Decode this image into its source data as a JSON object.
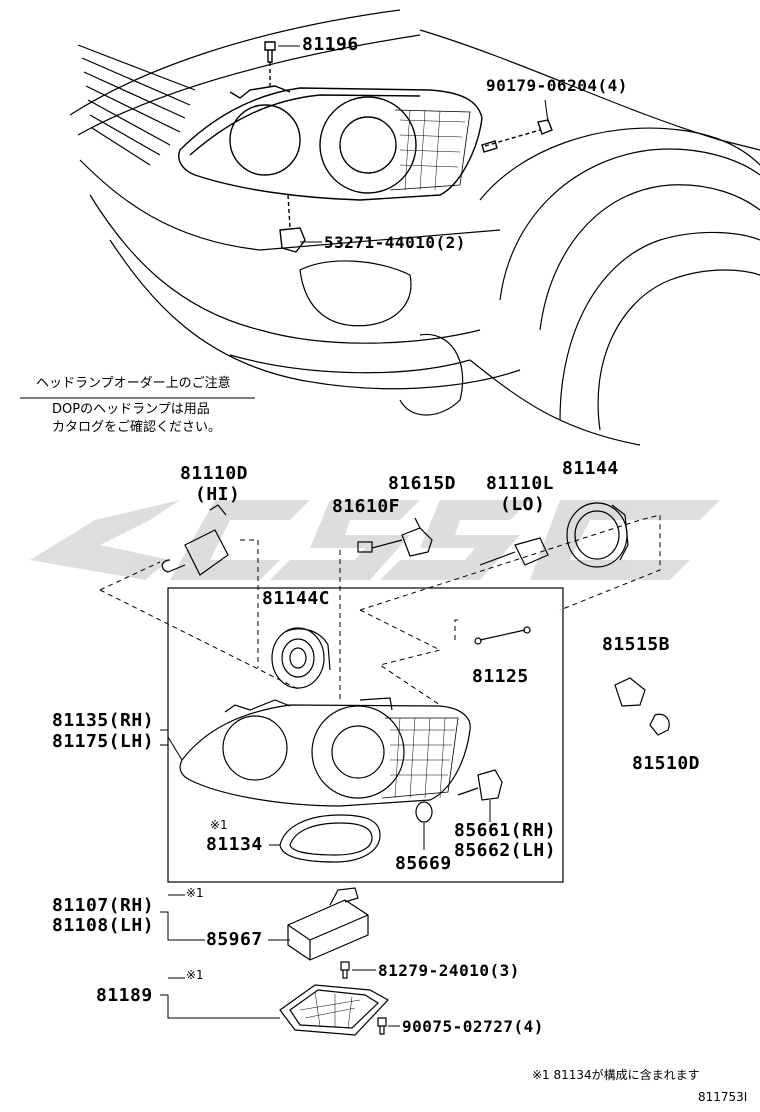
{
  "parts": {
    "p81196": "81196",
    "p90179": "90179-06204(4)",
    "p53271": "53271-44010(2)",
    "p81110d": "81110D",
    "p81110d_sub": "(HI)",
    "p81615d": "81615D",
    "p81610f": "81610F",
    "p81110l": "81110L",
    "p81110l_sub": "(LO)",
    "p81144": "81144",
    "p81144c": "81144C",
    "p81125": "81125",
    "p81515b": "81515B",
    "p81510d": "81510D",
    "p81135": "81135(RH)",
    "p81175": "81175(LH)",
    "p81134": "81134",
    "p85669": "85669",
    "p85661": "85661(RH)",
    "p85662": "85662(LH)",
    "p81107": "81107(RH)",
    "p81108": "81108(LH)",
    "p85967": "85967",
    "p81279": "81279-24010(3)",
    "p81189": "81189",
    "p90075": "90075-02727(4)"
  },
  "marks": {
    "m81134": "※1",
    "m81107": "※1",
    "m81189": "※1"
  },
  "notice": {
    "title": "ヘッドランプオーダー上のご注意",
    "line1": "DOPのヘッドランプは用品",
    "line2": "カタログをご確認ください。"
  },
  "footnote": "※1 81134が構成に含まれます",
  "diagram_id": "811753I",
  "colors": {
    "line": "#000000",
    "watermark": "#d9d9d9"
  }
}
